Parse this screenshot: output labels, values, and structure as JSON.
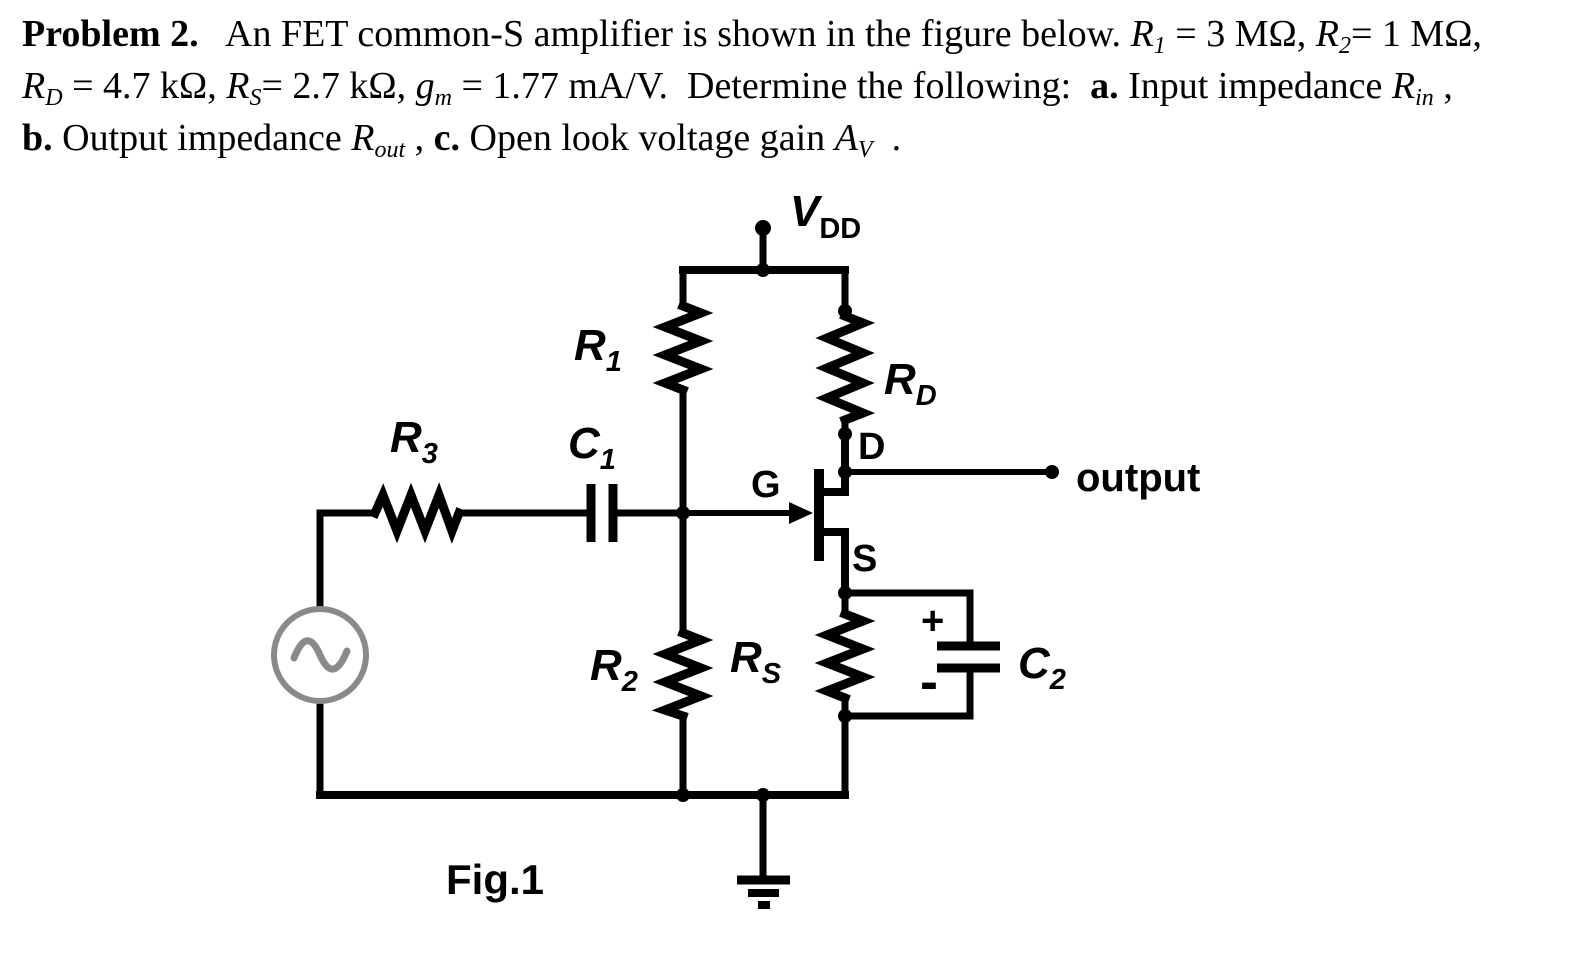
{
  "problem": {
    "lines": [
      [
        {
          "t": "Problem 2.",
          "b": true
        },
        {
          "t": "   An FET common-S amplifier is shown in the figure below. "
        },
        {
          "t": "R",
          "i": true
        },
        {
          "t": "1",
          "i": true,
          "sub": true
        },
        {
          "t": " = 3 MΩ, "
        },
        {
          "t": "R",
          "i": true
        },
        {
          "t": "2",
          "i": true,
          "sub": true
        },
        {
          "t": "= 1 MΩ,"
        }
      ],
      [
        {
          "t": "R",
          "i": true
        },
        {
          "t": "D",
          "i": true,
          "sub": true
        },
        {
          "t": " = 4.7 kΩ, "
        },
        {
          "t": "R",
          "i": true
        },
        {
          "t": "S",
          "i": true,
          "sub": true
        },
        {
          "t": "= 2.7 kΩ, "
        },
        {
          "t": "g",
          "i": true
        },
        {
          "t": "m",
          "i": true,
          "sub": true
        },
        {
          "t": " = 1.77 mA/V.  Determine the following:  "
        },
        {
          "t": "a.",
          "b": true
        },
        {
          "t": " Input impedance "
        },
        {
          "t": "R",
          "i": true
        },
        {
          "t": "in",
          "i": true,
          "sub": true
        },
        {
          "t": " ,"
        }
      ],
      [
        {
          "t": "b.",
          "b": true
        },
        {
          "t": " Output impedance "
        },
        {
          "t": "R",
          "i": true
        },
        {
          "t": "out",
          "i": true,
          "sub": true
        },
        {
          "t": " , "
        },
        {
          "t": "c.",
          "b": true
        },
        {
          "t": " Open look voltage gain "
        },
        {
          "t": "A",
          "i": true
        },
        {
          "t": "V",
          "i": true,
          "sub": true
        },
        {
          "t": "  ."
        }
      ]
    ],
    "given": {
      "R1": "3 MΩ",
      "R2": "1 MΩ",
      "RD": "4.7 kΩ",
      "RS": "2.7 kΩ",
      "gm": "1.77 mA/V"
    }
  },
  "figure": {
    "caption": "Fig.1",
    "output_label": "output",
    "labels": {
      "vdd": {
        "main": "V",
        "sub": "DD"
      },
      "r1": {
        "main": "R",
        "sub": "1"
      },
      "rd": {
        "main": "R",
        "sub": "D"
      },
      "r3": {
        "main": "R",
        "sub": "3"
      },
      "c1": {
        "main": "C",
        "sub": "1"
      },
      "r2": {
        "main": "R",
        "sub": "2"
      },
      "rs": {
        "main": "R",
        "sub": "S"
      },
      "c2": {
        "main": "C",
        "sub": "2"
      },
      "drain": "D",
      "gate": "G",
      "source": "S",
      "cap_plus": "+",
      "cap_minus": "-"
    }
  },
  "colors": {
    "ink": "#000000",
    "ac_source_gray": "#8a8a8a",
    "background": "#ffffff"
  }
}
